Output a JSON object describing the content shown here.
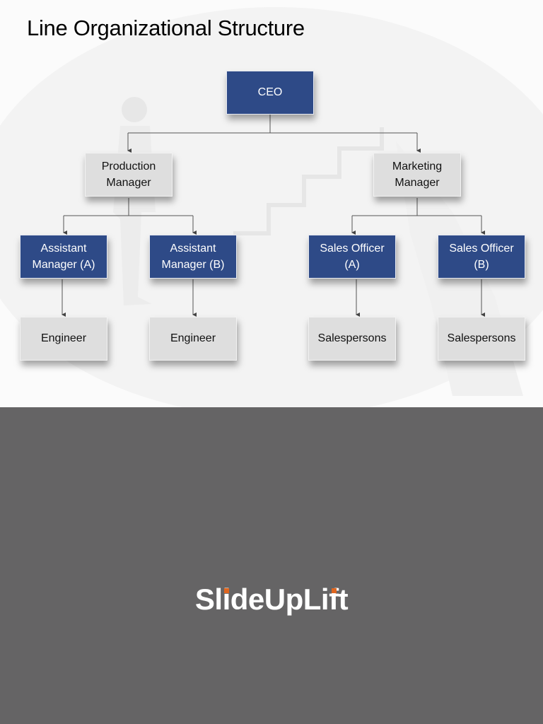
{
  "slide": {
    "title": "Line Organizational Structure"
  },
  "org_chart": {
    "ceo": "CEO",
    "production_manager": "Production Manager",
    "marketing_manager": "Marketing Manager",
    "assistant_manager_a": "Assistant Manager (A)",
    "assistant_manager_b": "Assistant Manager (B)",
    "sales_officer_a": "Sales Officer (A)",
    "sales_officer_b": "Sales Officer (B)",
    "engineer_1": "Engineer",
    "engineer_2": "Engineer",
    "salespersons_1": "Salespersons",
    "salespersons_2": "Salespersons"
  },
  "footer": {
    "logo_text": "SlideUpLift"
  },
  "colors": {
    "blue_box": "#2e4a87",
    "grey_box": "#dedede",
    "footer_bg": "#656465",
    "logo_accent": "#e0661f"
  }
}
